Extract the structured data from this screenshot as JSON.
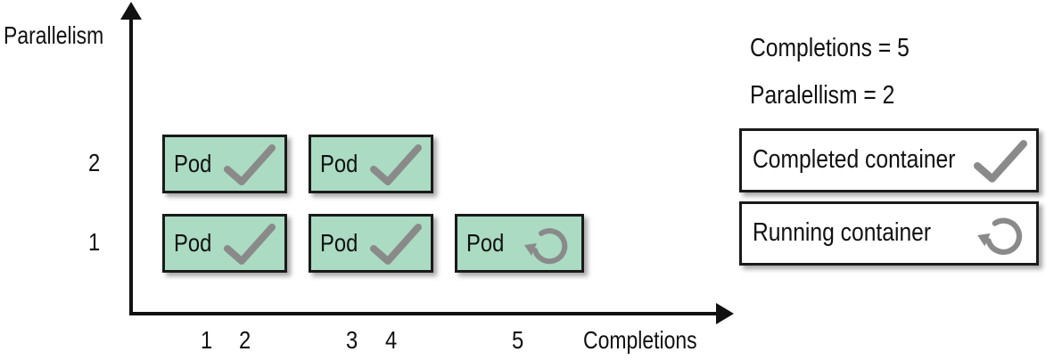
{
  "axes": {
    "y_label": "Parallelism",
    "x_label": "Completions",
    "y_ticks": [
      "2",
      "1"
    ],
    "x_ticks": [
      "1",
      "2",
      "3",
      "4",
      "5"
    ]
  },
  "pods": [
    {
      "label": "Pod",
      "state": "completed",
      "row": "2",
      "completions": [
        "1",
        "2"
      ]
    },
    {
      "label": "Pod",
      "state": "completed",
      "row": "2",
      "completions": [
        "3",
        "4"
      ]
    },
    {
      "label": "Pod",
      "state": "completed",
      "row": "1",
      "completions": [
        "1",
        "2"
      ]
    },
    {
      "label": "Pod",
      "state": "completed",
      "row": "1",
      "completions": [
        "3",
        "4"
      ]
    },
    {
      "label": "Pod",
      "state": "running",
      "row": "1",
      "completions": [
        "5"
      ]
    }
  ],
  "info": {
    "completions": "Completions = 5",
    "parallelism": "Paralellism = 2"
  },
  "legend": {
    "completed": "Completed container",
    "running": "Running container"
  },
  "colors": {
    "pod_fill": "#abdbc3",
    "icon_gray": "#8a8a8a",
    "axis": "#111111"
  },
  "icons": {
    "completed": "checkmark-icon",
    "running": "circular-arrow-icon"
  }
}
